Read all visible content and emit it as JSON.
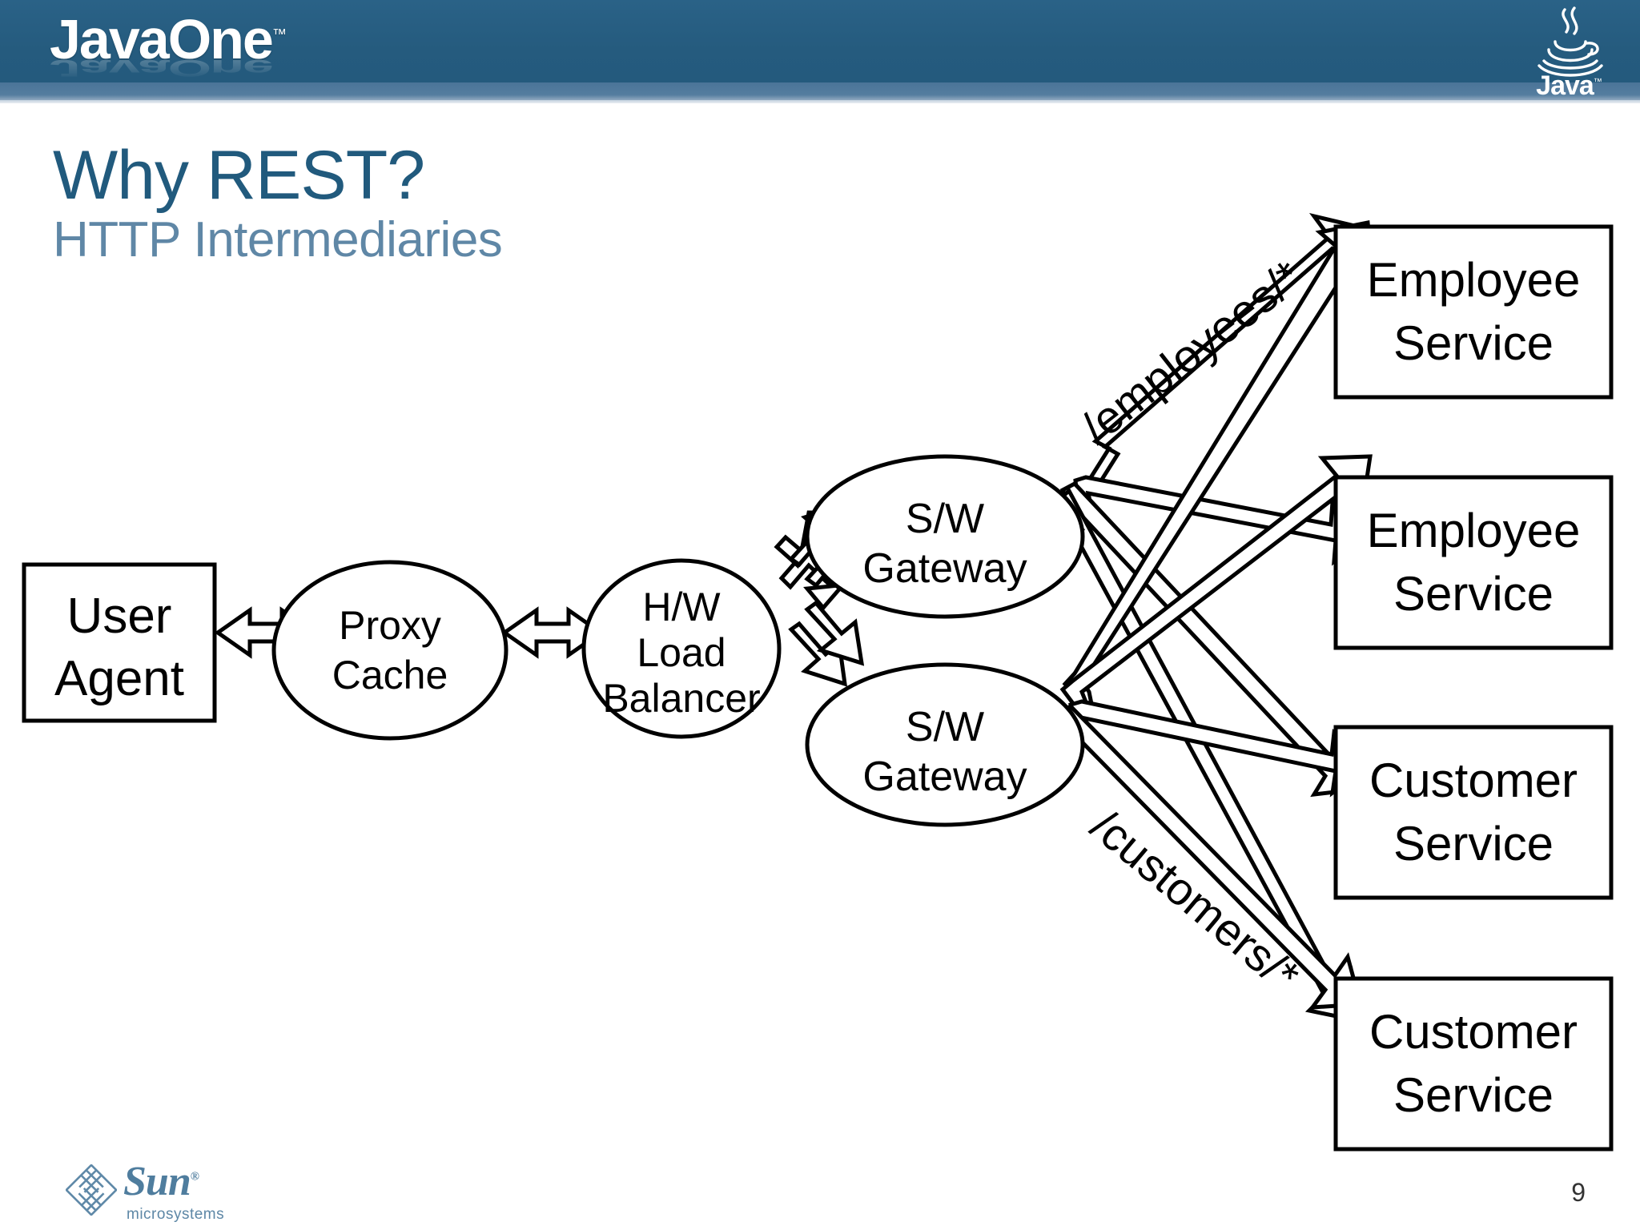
{
  "header": {
    "brand_wordmark": "JavaOne",
    "brand_tm": "™",
    "java_logo_word": "Java",
    "java_logo_tm": "™",
    "band_color": "#255b7e",
    "band_light_color": "#4b7498"
  },
  "title": {
    "heading": "Why REST?",
    "subheading": "HTTP Intermediaries",
    "heading_color": "#215a7d",
    "subheading_color": "#5f87a6"
  },
  "diagram": {
    "nodes": {
      "user_agent": {
        "line1": "User",
        "line2": "Agent",
        "shape": "rectangle"
      },
      "proxy_cache": {
        "line1": "Proxy",
        "line2": "Cache",
        "shape": "ellipse"
      },
      "load_balancer": {
        "line1": "H/W",
        "line2": "Load",
        "line3": "Balancer",
        "shape": "ellipse"
      },
      "gateway_top": {
        "line1": "S/W",
        "line2": "Gateway",
        "shape": "ellipse"
      },
      "gateway_bottom": {
        "line1": "S/W",
        "line2": "Gateway",
        "shape": "ellipse"
      },
      "service_1": {
        "line1": "Employee",
        "line2": "Service",
        "shape": "rectangle"
      },
      "service_2": {
        "line1": "Employee",
        "line2": "Service",
        "shape": "rectangle"
      },
      "service_3": {
        "line1": "Customer",
        "line2": "Service",
        "shape": "rectangle"
      },
      "service_4": {
        "line1": "Customer",
        "line2": "Service",
        "shape": "rectangle"
      }
    },
    "route_labels": {
      "employees": "/employees/*",
      "customers": "/customers/*"
    }
  },
  "footer": {
    "sun_word": "Sun",
    "sun_registered": "®",
    "sun_sub": "microsystems",
    "page_number": "9",
    "sun_color": "#4f7d9e"
  }
}
